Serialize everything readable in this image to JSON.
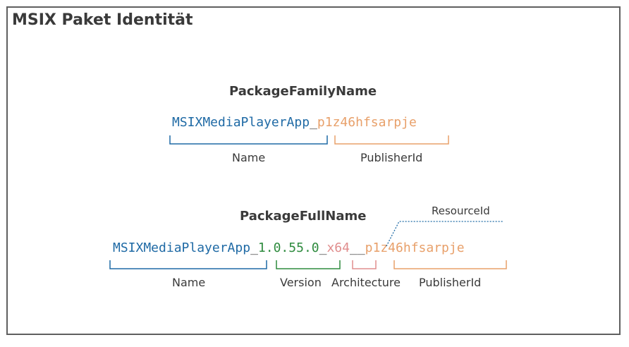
{
  "title": "MSIX Paket Identität",
  "colors": {
    "name": "#1f6aa5",
    "version": "#2e8b3e",
    "architecture": "#e08d8d",
    "publisher": "#e8a06a",
    "separator": "#3a3a3a",
    "heading": "#3a3a3a"
  },
  "family": {
    "heading": "PackageFamilyName",
    "name_value": "MSIXMediaPlayerApp",
    "separator": "_",
    "publisher_value": "p1z46hfsarpje",
    "name_label": "Name",
    "publisher_label": "PublisherId"
  },
  "full": {
    "heading": "PackageFullName",
    "name_value": "MSIXMediaPlayerApp",
    "sep1": "_",
    "version_value": "1.0.55.0",
    "sep2": "_",
    "arch_value": "x64",
    "sep3": "__",
    "publisher_value": "p1z46hfsarpje",
    "resource_label": "ResourceId",
    "name_label": "Name",
    "version_label": "Version",
    "arch_label": "Architecture",
    "publisher_label": "PublisherId"
  }
}
